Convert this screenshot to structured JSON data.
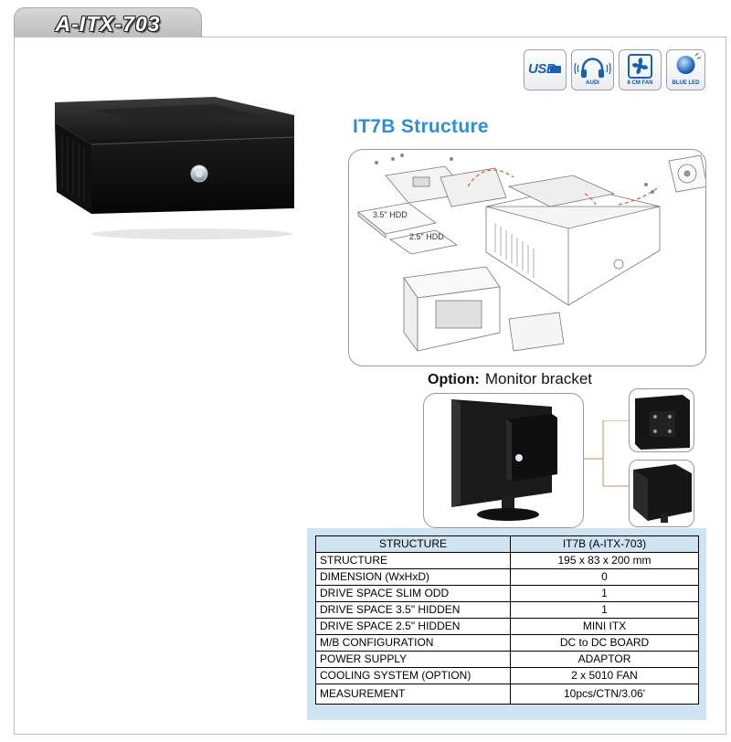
{
  "page": {
    "model_tab": "A-ITX-703"
  },
  "features": {
    "usb": "USB",
    "audio": "AUDI",
    "fan": "8 CM FAN",
    "led": "BLUE LED"
  },
  "structure": {
    "title": "IT7B Structure",
    "hdd_35_label": "3.5\" HDD",
    "hdd_25_label": "2.5\" HDD"
  },
  "option": {
    "label": "Option:",
    "text": "Monitor bracket"
  },
  "spec_table": {
    "headers": [
      "STRUCTURE",
      "IT7B (A-ITX-703)"
    ],
    "rows": [
      [
        "STRUCTURE",
        "195 x 83 x 200 mm"
      ],
      [
        "DIMENSION (WxHxD)",
        "0"
      ],
      [
        "DRIVE SPACE SLIM ODD",
        "1"
      ],
      [
        "DRIVE SPACE 3.5\" HIDDEN",
        "1"
      ],
      [
        "DRIVE SPACE 2.5\" HIDDEN",
        "MINI ITX"
      ],
      [
        "M/B CONFIGURATION",
        "DC to DC BOARD"
      ],
      [
        "POWER SUPPLY",
        "ADAPTOR"
      ],
      [
        "COOLING SYSTEM (OPTION)",
        "2 x 5010 FAN"
      ],
      [
        "MEASUREMENT",
        "10pcs/CTN/3.06'"
      ]
    ]
  },
  "colors": {
    "title_blue": "#2d8fd6",
    "table_panel": "#cfe4f2",
    "badge_blue": "#1b5fb5",
    "connector_orange": "#d9864e"
  }
}
